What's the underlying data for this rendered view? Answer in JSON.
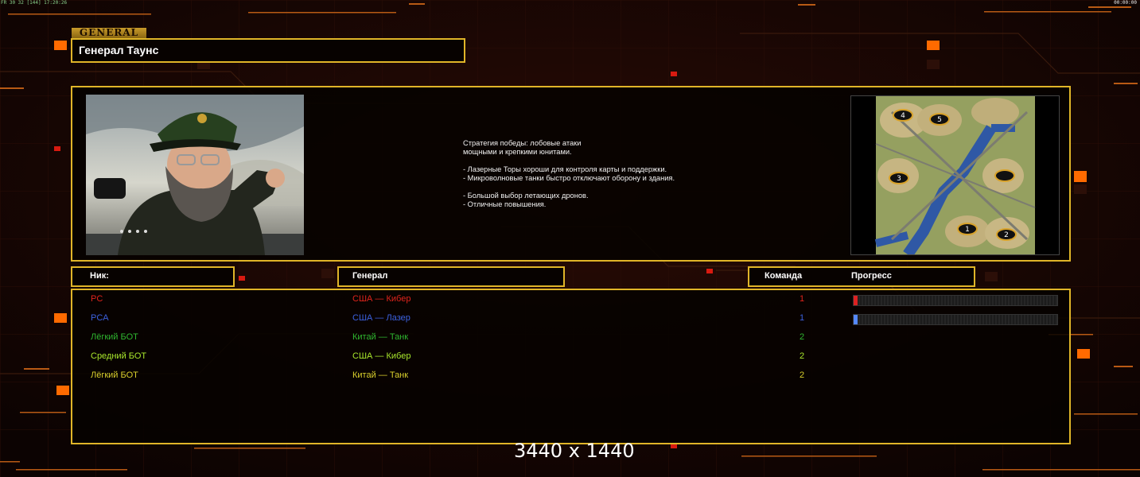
{
  "hud": {
    "fps_text": "FR 30 32 [144] 17:20:26",
    "clock_text": "00:00:00"
  },
  "logo_text": "GENERAL",
  "general_name": "Генерал Таунс",
  "description_lines": [
    "Стратегия победы: лобовые атаки",
    "мощными и крепкими юнитами.",
    "",
    "- Лазерные Торы хороши для контроля карты и поддержки.",
    "- Микроволновые танки быстро отключают оборону и здания.",
    "",
    "- Большой выбор летающих дронов.",
    "- Отличные повышения."
  ],
  "map": {
    "spots": [
      "4",
      "5",
      "3",
      "",
      "1",
      "2"
    ]
  },
  "headers": {
    "nick": "Ник:",
    "general": "Генерал",
    "team": "Команда",
    "progress": "Прогресс"
  },
  "players": [
    {
      "nick": "PC",
      "general": "США — Кибер",
      "team": "1",
      "color": "#e0241c",
      "progress": 0.02,
      "show_progress": true,
      "bar_color": "#d22"
    },
    {
      "nick": "PCA",
      "general": "США — Лазер",
      "team": "1",
      "color": "#3c62e0",
      "progress": 0.02,
      "show_progress": true,
      "bar_color": "#58f"
    },
    {
      "nick": "Лёгкий БОТ",
      "general": "Китай — Танк",
      "team": "2",
      "color": "#2fb62f",
      "progress": 0,
      "show_progress": false,
      "bar_color": ""
    },
    {
      "nick": "Средний БОТ",
      "general": "США — Кибер",
      "team": "2",
      "color": "#a9e82c",
      "progress": 0,
      "show_progress": false,
      "bar_color": ""
    },
    {
      "nick": "Лёгкий БОТ",
      "general": "Китай — Танк",
      "team": "2",
      "color": "#d8cf2c",
      "progress": 0,
      "show_progress": false,
      "bar_color": ""
    }
  ],
  "resolution_text": "3440 x 1440"
}
